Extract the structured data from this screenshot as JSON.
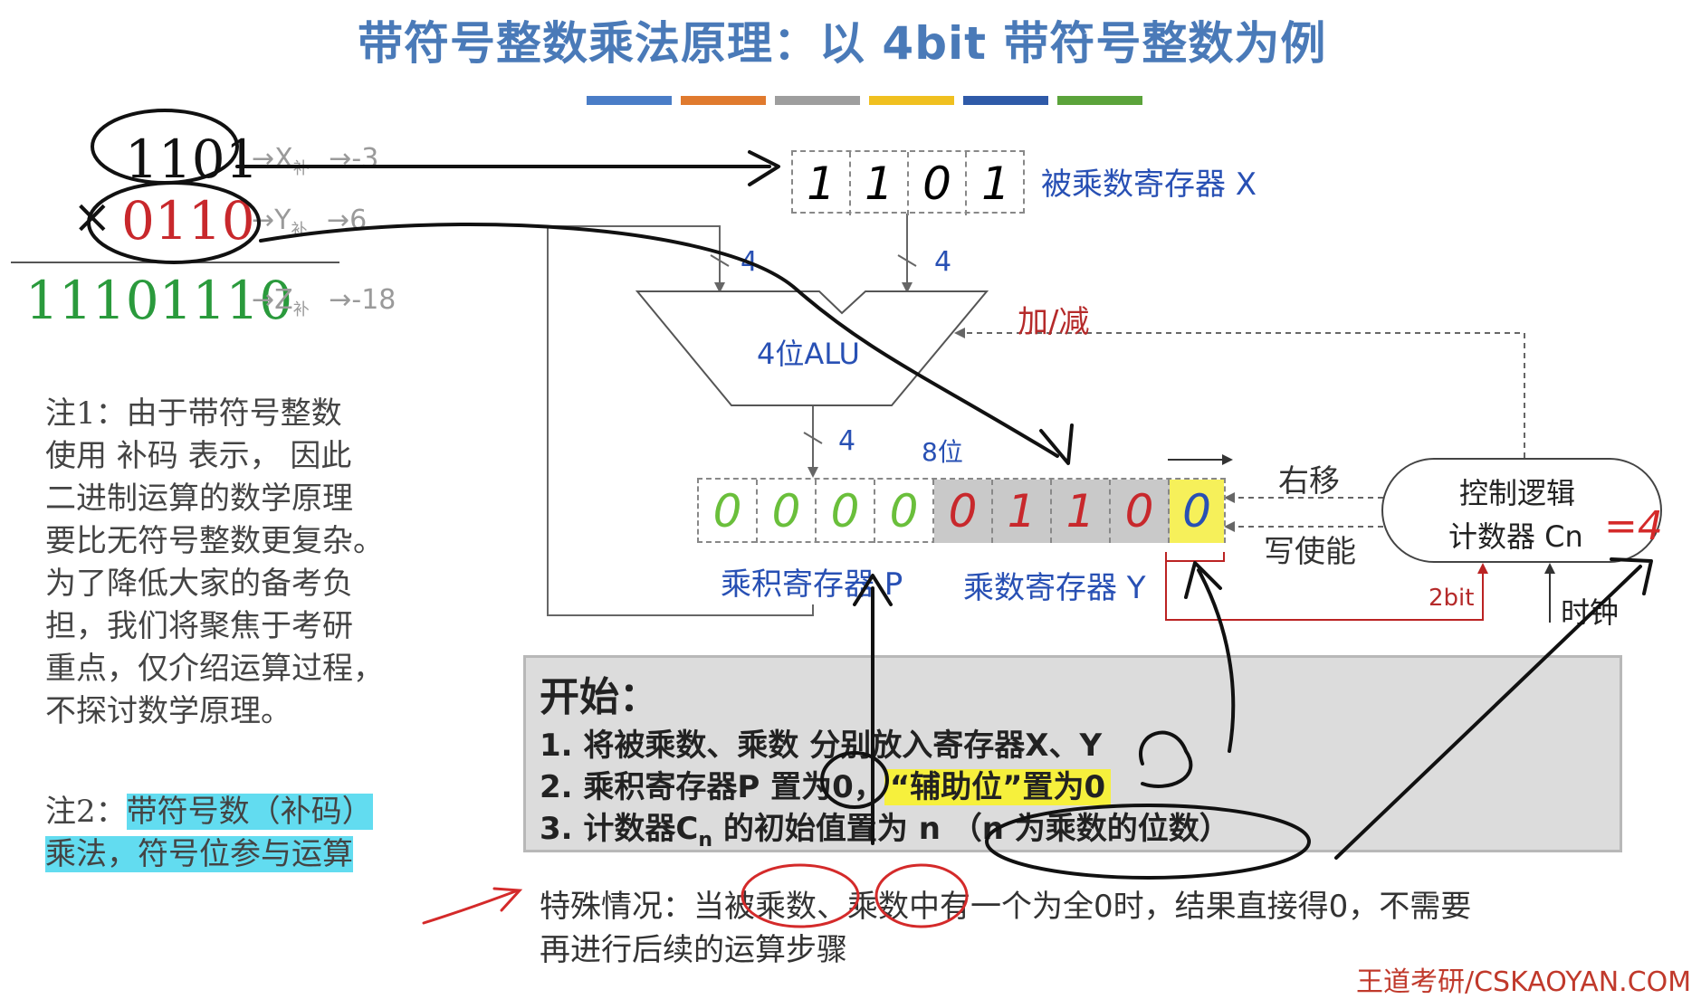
{
  "title": "带符号整数乘法原理：以 4bit 带符号整数为例",
  "color_bar": [
    "#4a7dc7",
    "#e07a2e",
    "#9e9e9e",
    "#f0c020",
    "#2f5aa8",
    "#5ba33b"
  ],
  "calc": {
    "multiplicand": "1101",
    "x_label": "→X",
    "x_sub": "补",
    "x_value": "→-3",
    "times_sign": "×",
    "multiplier": "0110",
    "y_label": "→Y",
    "y_sub": "补",
    "y_value": "→6",
    "product": "11101110",
    "z_label": "→Z",
    "z_sub": "补",
    "z_value": "→-18"
  },
  "reg_x": {
    "bits": [
      "1",
      "1",
      "0",
      "1"
    ],
    "label": "被乘数寄存器 X"
  },
  "alu": {
    "label": "4位ALU",
    "in_width_left": "4",
    "in_width_right": "4",
    "out_width": "4",
    "add_sub": "加/减"
  },
  "reg_py": {
    "width_label": "8位",
    "p_bits": [
      "0",
      "0",
      "0",
      "0"
    ],
    "y_bits": [
      "0",
      "1",
      "1",
      "0"
    ],
    "aux_bit": "0",
    "p_label": "乘积寄存器 P",
    "y_label": "乘数寄存器 Y",
    "shift_right": "右移",
    "write_enable": "写使能"
  },
  "control": {
    "line1": "控制逻辑",
    "line2": "计数器 Cn",
    "handwritten_count": "=4",
    "two_bit": "2bit",
    "clock": "时钟"
  },
  "notes": {
    "note1_lines": [
      "注1：由于带符号整数",
      "使用 补码 表示， 因此",
      "二进制运算的数学原理",
      "要比无符号整数更复杂。",
      "为了降低大家的备考负",
      "担，我们将聚焦于考研",
      "重点，仅介绍运算过程，",
      "不探讨数学原理。"
    ],
    "note2_prefix": "注2：",
    "note2_highlight1": "带符号数（补码）",
    "note2_highlight2": "乘法，符号位参与运算"
  },
  "start_box": {
    "heading": "开始：",
    "step1": "1. 将被乘数、乘数 分别放入寄存器X、Y",
    "step2_a": "2. 乘积寄存器P 置为0，",
    "step2_b": "“辅助位”置为0",
    "step3_a": "3. 计数器C",
    "step3_sub": "n",
    "step3_b": " 的初始值置为 n （n 为乘数的位数）"
  },
  "special": {
    "line1": "特殊情况：当被乘数、乘数中有一个为全0时，结果直接得0，不需要",
    "line2": "再进行后续的运算步骤"
  },
  "watermark": "王道考研/CSKAOYAN.COM"
}
